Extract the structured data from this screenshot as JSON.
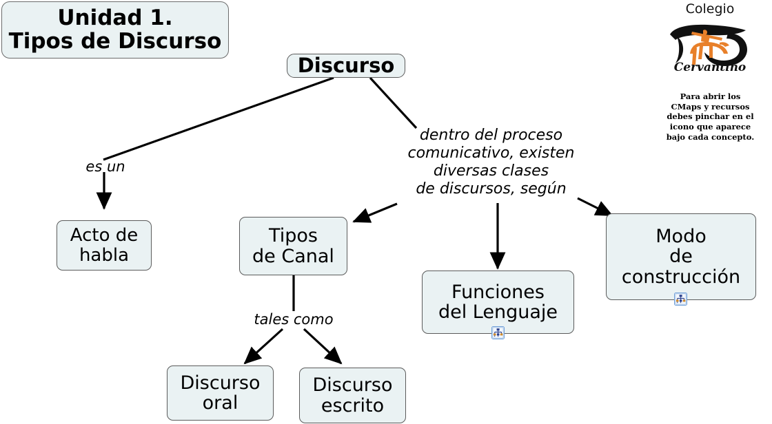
{
  "title_box": {
    "text": "Unidad  1.\nTipos de Discurso"
  },
  "logo": {
    "word_top": "Colegio",
    "word_script": "Cervantino",
    "mark_name": "don-quixote-horse-mark",
    "colors": {
      "accent_orange": "#E8802A",
      "mark_black": "#111111"
    },
    "caption": "Para abrir los\nCMaps y  recursos\ndebes pinchar en el\nicono que aparece\nbajo cada concepto."
  },
  "nodes": {
    "root": "Discurso",
    "acto_de_habla": "Acto de\nhabla",
    "tipos_de_canal": "Tipos\nde Canal",
    "funciones_del_lenguaje": "Funciones\ndel Lenguaje",
    "modo_de_construccion": "Modo\nde\nconstrucción",
    "discurso_oral": "Discurso\noral",
    "discurso_escrito": "Discurso\nescrito"
  },
  "link_labels": {
    "es_un": "es un",
    "dentro_del_proceso": "dentro del proceso\ncomunicativo, existen\ndiversas clases\nde discursos, según",
    "tales_como": "tales como"
  },
  "icons": {
    "cmap_resource_funciones": "cmap-resource-icon",
    "cmap_resource_modo": "cmap-resource-icon"
  },
  "style": {
    "node_fill": "#eaf2f3",
    "node_border": "#5a5a5a",
    "line_color": "#000000"
  }
}
